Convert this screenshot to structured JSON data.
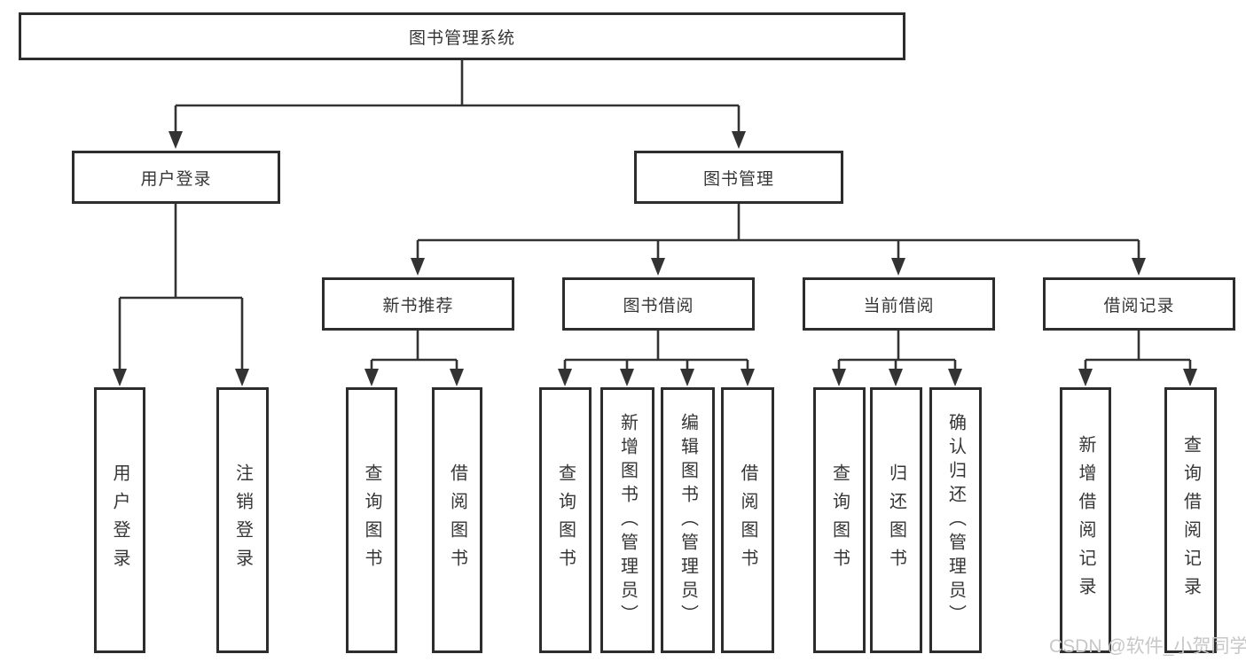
{
  "diagram": {
    "type": "hierarchy-tree",
    "colors": {
      "line": "#333333",
      "box_border": "#2d2d2d",
      "text": "#363636",
      "background": "#ffffff",
      "watermark": "#c7c7c7"
    },
    "tree": {
      "root": {
        "label": "图书管理系统"
      },
      "branches": [
        {
          "label": "用户登录",
          "children": [
            {
              "label": "用户登录"
            },
            {
              "label": "注销登录"
            }
          ]
        },
        {
          "label": "图书管理",
          "children": [
            {
              "label": "新书推荐",
              "children": [
                {
                  "label": "查询图书"
                },
                {
                  "label": "借阅图书"
                }
              ]
            },
            {
              "label": "图书借阅",
              "children": [
                {
                  "label": "查询图书"
                },
                {
                  "label": "新增图书（管理员）"
                },
                {
                  "label": "编辑图书（管理员）"
                },
                {
                  "label": "借阅图书"
                }
              ]
            },
            {
              "label": "当前借阅",
              "children": [
                {
                  "label": "查询图书"
                },
                {
                  "label": "归还图书"
                },
                {
                  "label": "确认归还（管理员）"
                }
              ]
            },
            {
              "label": "借阅记录",
              "children": [
                {
                  "label": "新增借阅记录"
                },
                {
                  "label": "查询借阅记录"
                }
              ]
            }
          ]
        }
      ]
    }
  },
  "watermark": {
    "text": "CSDN @软件_小贺同学"
  }
}
